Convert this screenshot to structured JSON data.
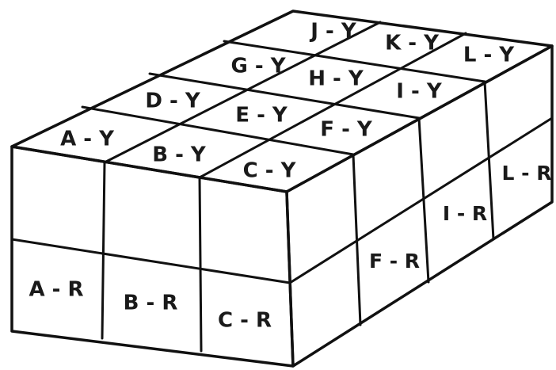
{
  "top_face": {
    "rows": [
      [
        "A - Y",
        "B - Y",
        "C - Y"
      ],
      [
        "D - Y",
        "E - Y",
        "F - Y"
      ],
      [
        "G - Y",
        "H - Y",
        "I - Y"
      ],
      [
        "J - Y",
        "K - Y",
        "L - Y"
      ]
    ]
  },
  "front_face": {
    "labels": [
      "A - R",
      "B - R",
      "C - R"
    ]
  },
  "side_face": {
    "labels": [
      "F - R",
      "I - R",
      "L - R"
    ]
  }
}
